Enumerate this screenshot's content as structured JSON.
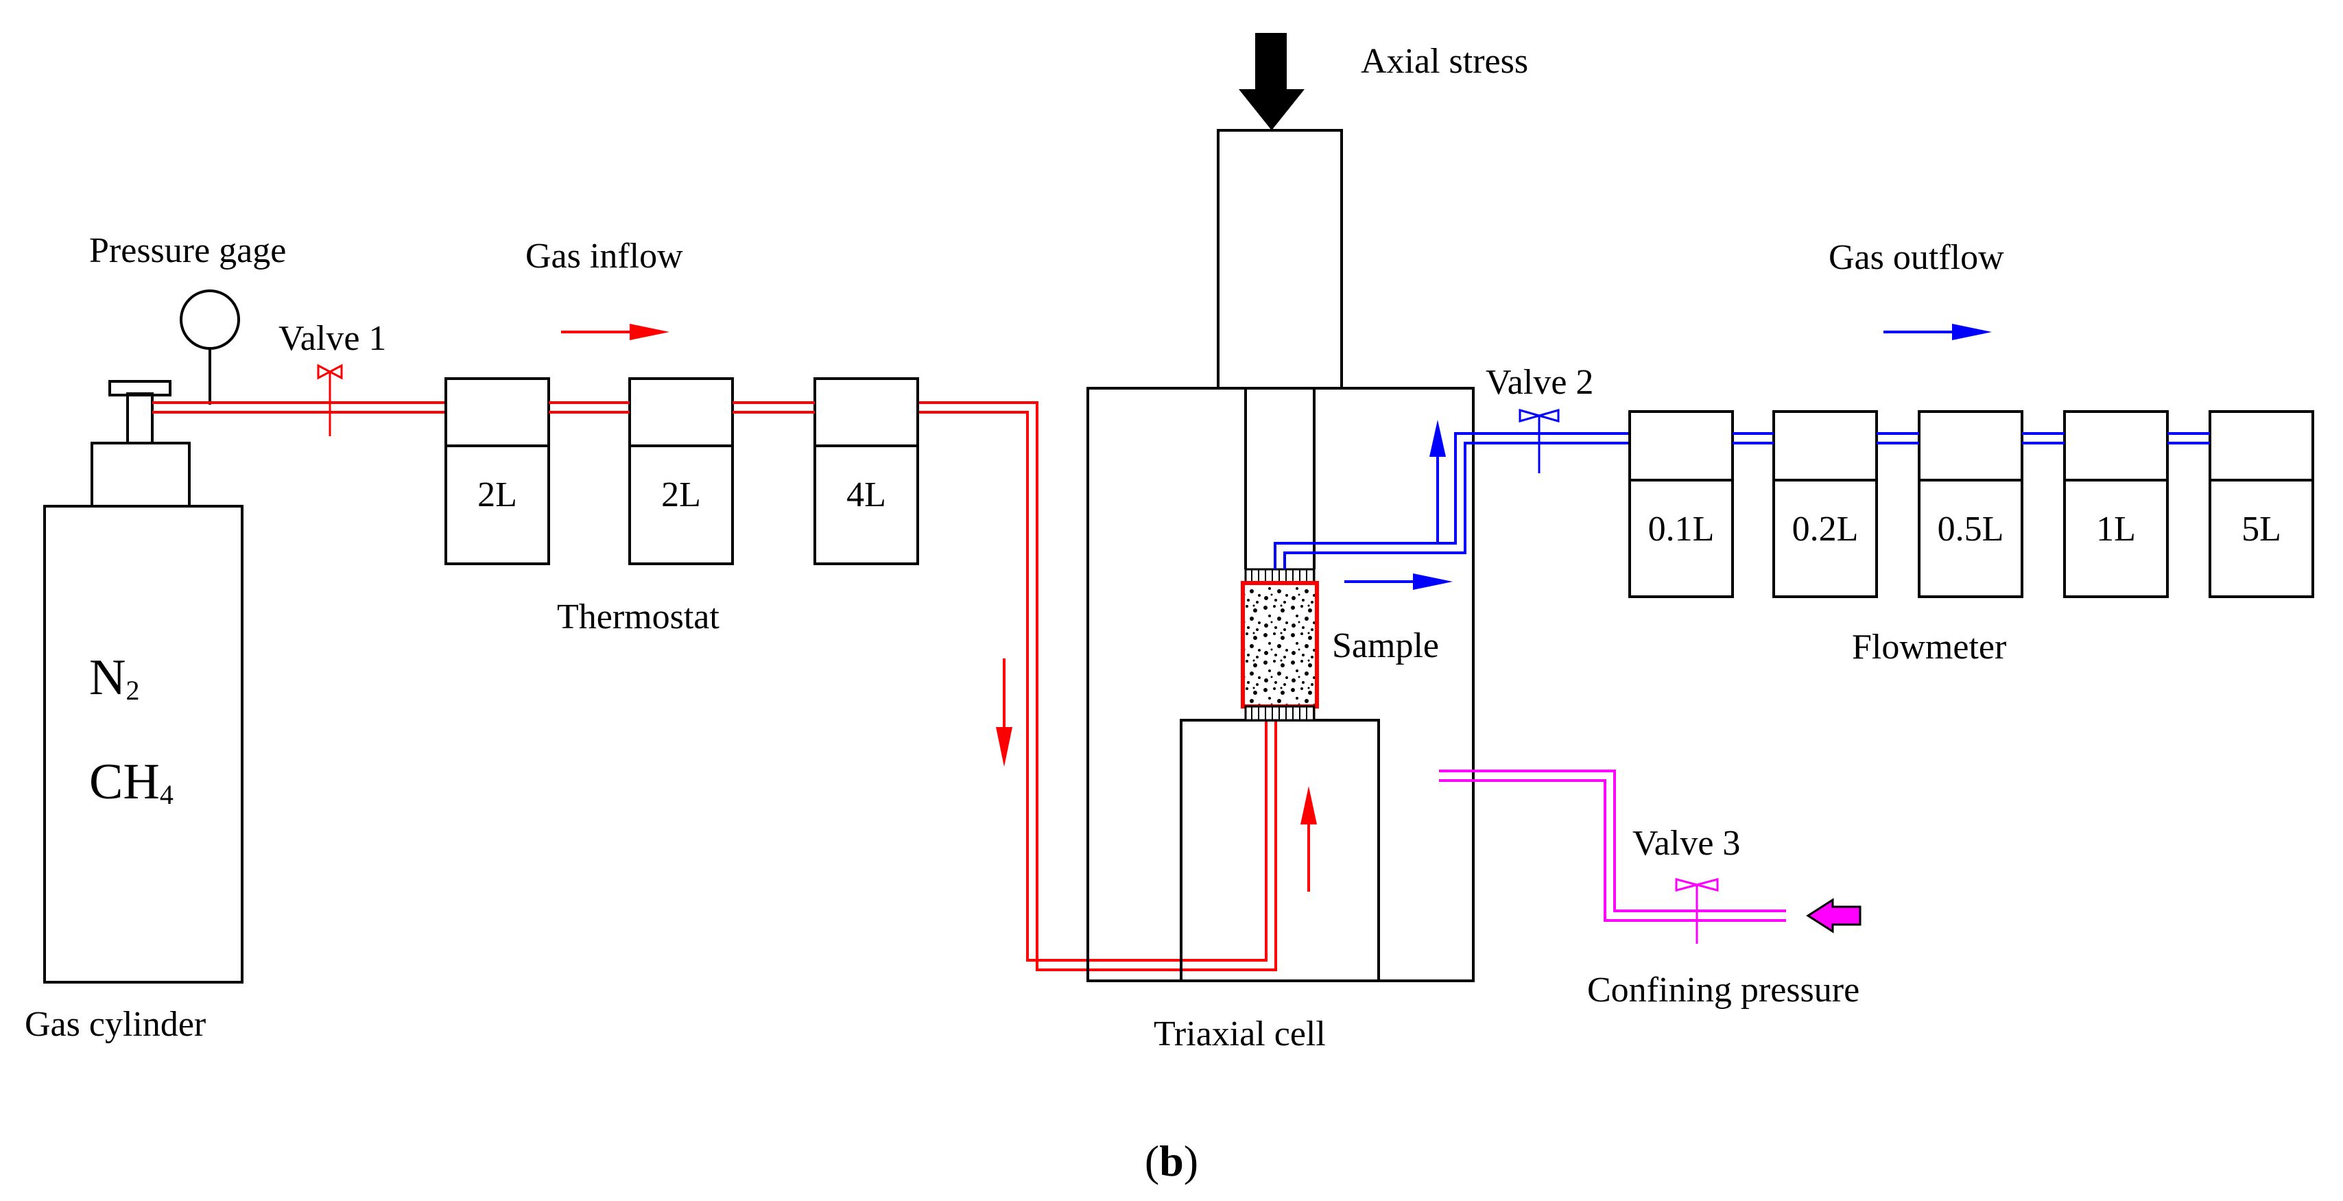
{
  "labels": {
    "axial_stress": "Axial stress",
    "pressure_gage": "Pressure gage",
    "gas_inflow": "Gas inflow",
    "gas_outflow": "Gas outflow",
    "valve1": "Valve 1",
    "valve2": "Valve 2",
    "valve3": "Valve 3",
    "thermostat": "Thermostat",
    "sample": "Sample",
    "flowmeter": "Flowmeter",
    "gas_cylinder": "Gas cylinder",
    "triaxial_cell": "Triaxial cell",
    "confining_pressure": "Confining pressure"
  },
  "cylinder_gases": [
    {
      "base": "N",
      "sub": "2"
    },
    {
      "base": "CH",
      "sub": "4"
    }
  ],
  "thermostat_tanks": [
    "2L",
    "2L",
    "4L"
  ],
  "flowmeter_tanks": [
    "0.1L",
    "0.2L",
    "0.5L",
    "1L",
    "5L"
  ],
  "caption": {
    "open": "(",
    "letter": "b",
    "close": ")"
  },
  "colors": {
    "inflow": "#ff0000",
    "outflow": "#0000ff",
    "confining": "#ff00ff",
    "outline": "#000000"
  }
}
